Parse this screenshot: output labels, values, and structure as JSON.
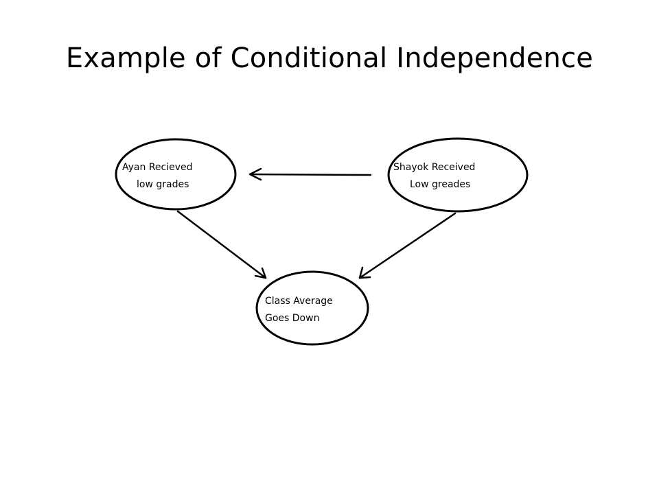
{
  "slide": {
    "title": "Example of Conditional Independence"
  },
  "diagram": {
    "nodes": [
      {
        "id": "ayan",
        "line1": "Ayan Recieved",
        "line2": "low grades"
      },
      {
        "id": "shayok",
        "line1": "Shayok Received",
        "line2": "Low greades"
      },
      {
        "id": "class",
        "line1": "Class Average",
        "line2": "Goes Down"
      }
    ],
    "edges": [
      {
        "from": "shayok",
        "to": "ayan"
      },
      {
        "from": "ayan",
        "to": "class"
      },
      {
        "from": "shayok",
        "to": "class"
      }
    ]
  }
}
